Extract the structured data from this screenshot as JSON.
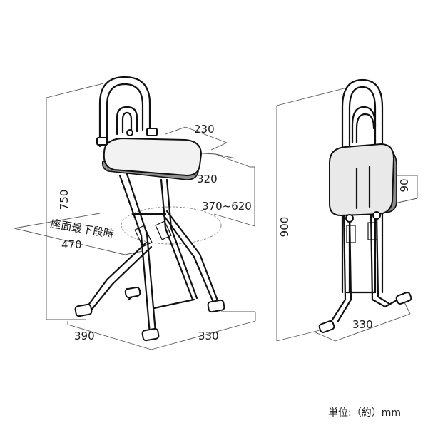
{
  "dimensions": {
    "total_height_side": "750",
    "seat_depth": "230",
    "seat_width": "320",
    "seat_height_range": "370~620",
    "lowest_seat_label": "座面最下段時",
    "lowest_seat_depth": "470",
    "base_width": "390",
    "base_depth_side": "330",
    "folded_height": "900",
    "folded_thickness": "90",
    "folded_base_width": "330"
  },
  "unit_note": "単位:（約）mm"
}
